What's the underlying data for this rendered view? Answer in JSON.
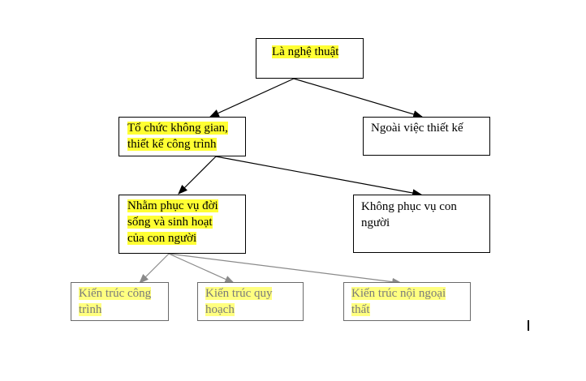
{
  "diagram": {
    "root": {
      "label": "Là nghệ thuật"
    },
    "level2": [
      {
        "label_lines": [
          "Tổ chức không gian,",
          "thiết kế công trình"
        ]
      },
      {
        "label_lines": [
          "Ngoài việc thiết kế"
        ]
      }
    ],
    "level3": [
      {
        "label_lines": [
          "Nhằm phục vụ đời",
          "sống và sinh hoạt",
          "của con người"
        ]
      },
      {
        "label_lines": [
          "Không phục vụ con",
          "người"
        ]
      }
    ],
    "level4": [
      {
        "label_lines": [
          "Kiến trúc công",
          "trình"
        ]
      },
      {
        "label_lines": [
          "Kiến trúc quy",
          "hoạch"
        ]
      },
      {
        "label_lines": [
          "Kiến trúc nội ngoại",
          "thất"
        ]
      }
    ],
    "colors": {
      "highlight": "#ffff33",
      "edge": "#000000",
      "edge_faded": "#8a8a8a"
    }
  }
}
